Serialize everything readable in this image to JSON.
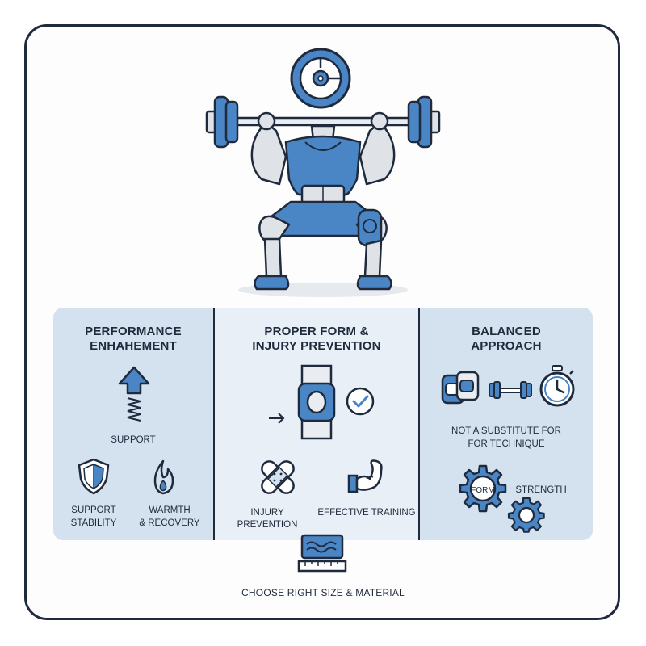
{
  "panels": [
    {
      "title_line1": "PERFORMANCE",
      "title_line2": "ENHAHEMENT",
      "labels": {
        "support": "SUPPORT",
        "stability_1": "SUPPORT",
        "stability_2": "STABILITY",
        "warmth_1": "WARMTH",
        "warmth_2": "& RECOVERY"
      },
      "icons": [
        "up-arrow-spring-icon",
        "shield-icon",
        "flame-icon"
      ]
    },
    {
      "title_line1": "PROPER FORM &",
      "title_line2": "INJURY PREVENTION",
      "labels": {
        "injury": "INJURY PREVENTION",
        "training": "EFFECTIVE TRAINING"
      },
      "icons": [
        "knee-sleeve-icon",
        "arrow-right-icon",
        "check-circle-icon",
        "bandage-icon",
        "flexed-arm-icon"
      ]
    },
    {
      "title_line1": "BALANCED",
      "title_line2": "APPROACH",
      "labels": {
        "note_1": "NOT A SUBSTITUTE FOR",
        "note_2": "FOR TECHNIQUE",
        "form": "FORM",
        "strength": "STRENGTH"
      },
      "icons": [
        "knee-pads-icon",
        "dumbbell-icon",
        "stopwatch-icon",
        "gear-icon",
        "small-gear-icon"
      ]
    }
  ],
  "bottom": {
    "label": "CHOOSE RIGHT SIZE & MATERIAL",
    "icon": "measuring-tape-icon"
  },
  "hero": {
    "icons": [
      "weight-plate-icon",
      "squat-lifter-illustration"
    ]
  },
  "colors": {
    "accent": "#4a86c5",
    "light": "#d4e1ee",
    "outline": "#1f2a3d",
    "skin": "#dfe3e8"
  }
}
